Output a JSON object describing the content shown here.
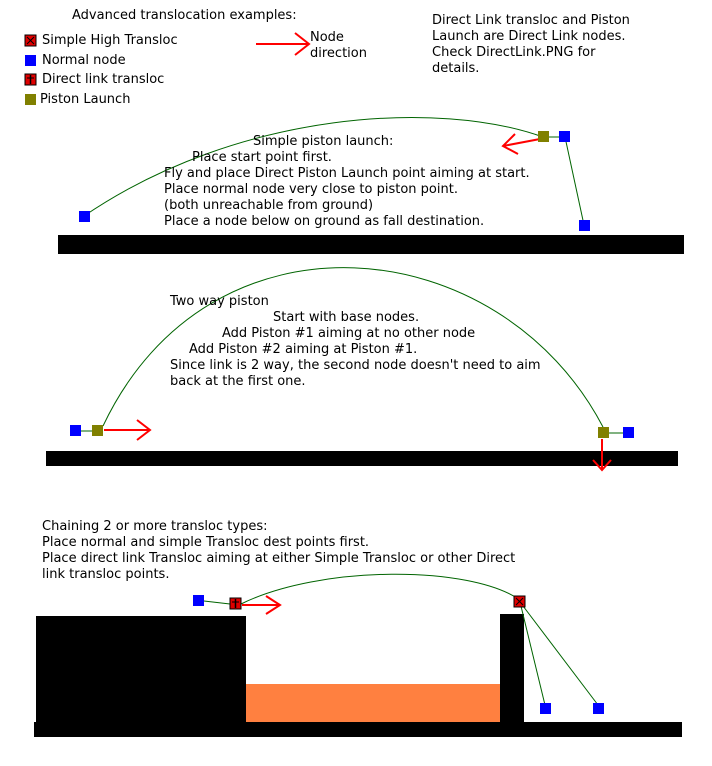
{
  "title": "Advanced translocation examples:",
  "legend": {
    "items": [
      {
        "label": "Simple High Transloc",
        "icon": "simple-transloc-icon"
      },
      {
        "label": "Normal node",
        "icon": "normal-node-icon"
      },
      {
        "label": "Direct link transloc",
        "icon": "direct-link-transloc-icon"
      },
      {
        "label": "Piston Launch",
        "icon": "piston-launch-icon"
      }
    ],
    "direction_label_1": "Node",
    "direction_label_2": "direction"
  },
  "note": {
    "lines": [
      "Direct Link transloc and Piston",
      "Launch are Direct Link nodes.",
      "Check DirectLink.PNG for",
      "details."
    ]
  },
  "section1": {
    "title": "Simple piston launch:",
    "lines": [
      "Place start point first.",
      "Fly and place Direct Piston Launch point aiming at start.",
      "Place normal node very close to piston point.",
      "(both unreachable from ground)",
      "Place a node below on ground as fall destination."
    ]
  },
  "section2": {
    "title": "Two way piston",
    "lines": [
      "Start with base nodes.",
      "Add Piston #1 aiming at no other node",
      "Add Piston #2 aiming at Piston #1.",
      "Since link is 2 way, the second node doesn't need to aim",
      "back at the first one."
    ]
  },
  "section3": {
    "title": "Chaining 2 or more transloc types:",
    "lines": [
      "Place normal and simple Transloc dest points first.",
      "Place direct link Transloc aiming at either Simple Transloc or other Direct",
      "link transloc points."
    ]
  },
  "colors": {
    "normal_node": "#0000ff",
    "piston_launch": "#808000",
    "transloc_red": "#e00000",
    "link_green": "#006400",
    "ground": "#000000",
    "lava": "#ff8040",
    "arrow": "#ff0000"
  }
}
